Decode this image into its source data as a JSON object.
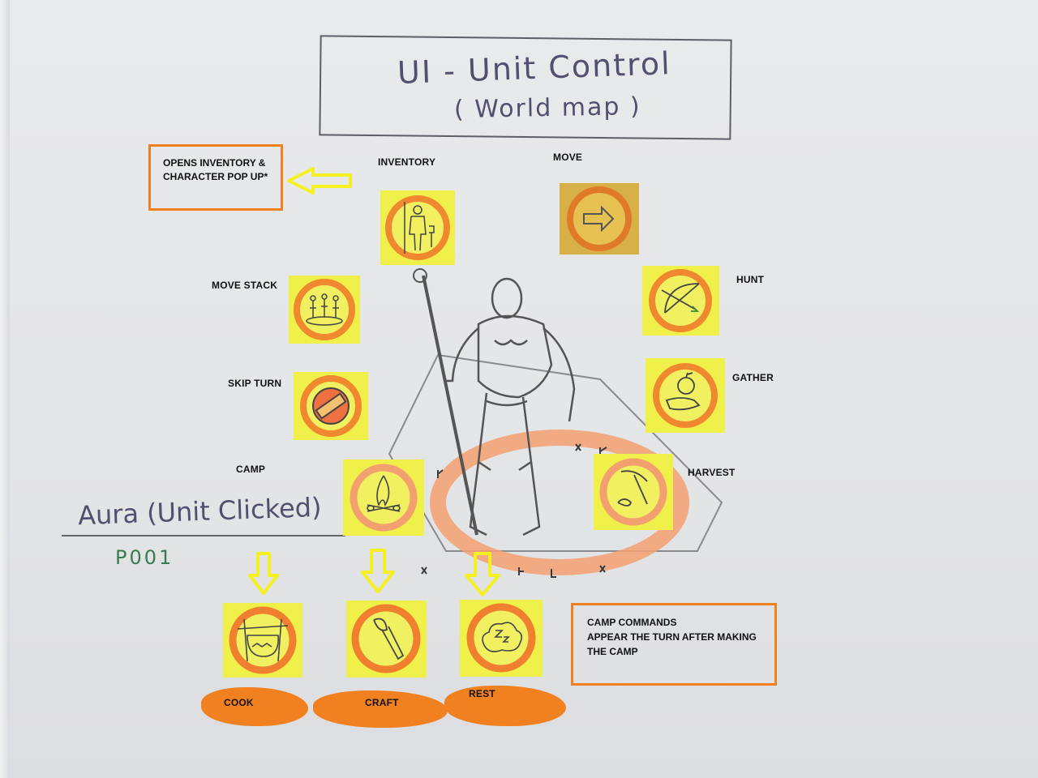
{
  "title": {
    "line1": "UI - Unit Control",
    "line2": "( World map )"
  },
  "inventory_note": {
    "line1": "OPENS INVENTORY &",
    "line2": "CHARACTER POP UP*"
  },
  "camp_note": {
    "line1": "CAMP COMMANDS",
    "line2": "APPEAR THE TURN AFTER MAKING",
    "line3": "THE CAMP"
  },
  "aura_label": "Aura (Unit Clicked)",
  "aura_code": "P001",
  "commands": {
    "inventory": {
      "label": "INVENTORY",
      "icon": "character-icon"
    },
    "move": {
      "label": "MOVE",
      "icon": "arrow-right-icon"
    },
    "move_stack": {
      "label": "MOVE STACK",
      "icon": "group-icon"
    },
    "hunt": {
      "label": "HUNT",
      "icon": "bow-arrow-icon"
    },
    "skip_turn": {
      "label": "SKIP TURN",
      "icon": "no-entry-icon"
    },
    "gather": {
      "label": "GATHER",
      "icon": "apple-hand-icon"
    },
    "camp": {
      "label": "CAMP",
      "icon": "campfire-icon"
    },
    "harvest": {
      "label": "HARVEST",
      "icon": "pickaxe-icon"
    }
  },
  "camp_commands": {
    "cook": {
      "label": "COOK",
      "icon": "cooking-pot-icon"
    },
    "craft": {
      "label": "CRAFT",
      "icon": "stone-axe-icon"
    },
    "rest": {
      "label": "REST",
      "icon": "sleep-cloud-icon"
    }
  },
  "colors": {
    "tile_yellow": "#f0f04a",
    "ring_orange": "#f08020",
    "highlight_yellow": "#f5f020",
    "ink": "#555560"
  }
}
